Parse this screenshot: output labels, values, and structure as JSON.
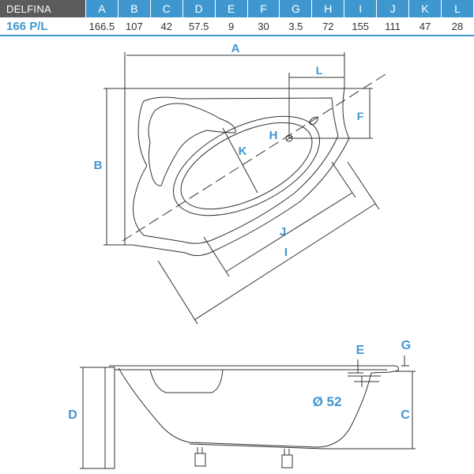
{
  "table": {
    "model": "DELFINA",
    "variant": "166 P/L",
    "columns": [
      "A",
      "B",
      "C",
      "D",
      "E",
      "F",
      "G",
      "H",
      "I",
      "J",
      "K",
      "L"
    ],
    "values": [
      "166.5",
      "107",
      "42",
      "57.5",
      "9",
      "30",
      "3.5",
      "72",
      "155",
      "111",
      "47",
      "28"
    ]
  },
  "top_view_labels": {
    "A": "A",
    "B": "B",
    "F": "F",
    "H": "H",
    "I": "I",
    "J": "J",
    "K": "K",
    "L": "L"
  },
  "side_view_labels": {
    "C": "C",
    "D": "D",
    "E": "E",
    "G": "G",
    "drain": "Ø 52"
  },
  "colors": {
    "accent": "#3f97cf",
    "header_dark": "#5b5b5b",
    "line": "#333333"
  }
}
